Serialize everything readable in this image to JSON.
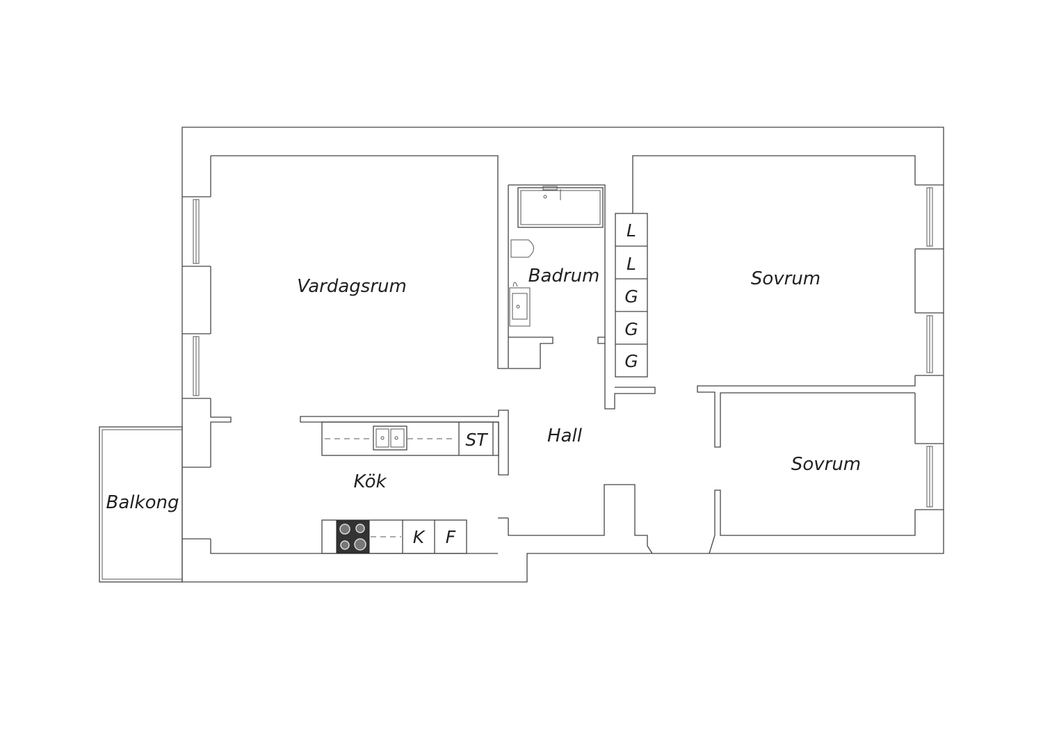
{
  "rooms": {
    "living_room": "Vardagsrum",
    "bathroom": "Badrum",
    "bedroom_1": "Sovrum",
    "bedroom_2": "Sovrum",
    "hall": "Hall",
    "kitchen": "Kök",
    "balcony": "Balkong"
  },
  "fixtures": {
    "wardrobe_1": "L",
    "wardrobe_2": "L",
    "wardrobe_3": "G",
    "wardrobe_4": "G",
    "wardrobe_5": "G",
    "dishwasher": "ST",
    "fridge": "K",
    "freezer": "F"
  },
  "colors": {
    "line": "#444444",
    "background": "#ffffff",
    "stove": "#333333"
  }
}
